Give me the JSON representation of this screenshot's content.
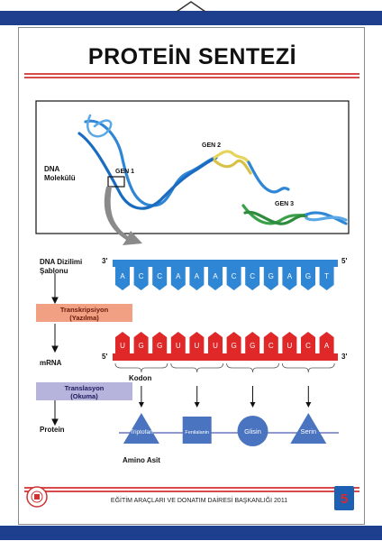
{
  "title": "PROTEİN SENTEZİ",
  "dna_label": "DNA\nMolekülü",
  "gen1": "GEN 1",
  "gen2": "GEN 2",
  "gen3": "GEN 3",
  "template_label": "DNA Dizilimi\nŞablonu",
  "template_bases": [
    "A",
    "C",
    "C",
    "A",
    "A",
    "A",
    "C",
    "C",
    "G",
    "A",
    "G",
    "T"
  ],
  "dna_3prime": "3'",
  "dna_5prime": "5'",
  "transcription_label": "Transkripsiyon\n(Yazılma)",
  "mrna_label": "mRNA",
  "mrna_bases": [
    "U",
    "G",
    "G",
    "U",
    "U",
    "U",
    "G",
    "G",
    "C",
    "U",
    "C",
    "A"
  ],
  "mrna_5prime": "5'",
  "mrna_3prime": "3'",
  "codon_label": "Kodon",
  "translation_label": "Translasyon\n(Okuma)",
  "protein_label": "Protein",
  "amino_acids": [
    "Triptofan",
    "Fenilalanin",
    "Glisin",
    "Serin"
  ],
  "amino_label": "Amino Asit",
  "footer": "EĞİTİM ARAÇLARI VE DONATIM DAİRESİ BAŞKANLIĞI 2011",
  "colors": {
    "rail": "#1d3f8e",
    "dna_blue": "#2f86d4",
    "gen2_yellow": "#e5d35a",
    "gen3_green": "#3aa14a",
    "mrna_red": "#e02828",
    "transcription_box": "#f2a084",
    "translation_box": "#b6b3dd",
    "amino_blue": "#4a74c0"
  }
}
